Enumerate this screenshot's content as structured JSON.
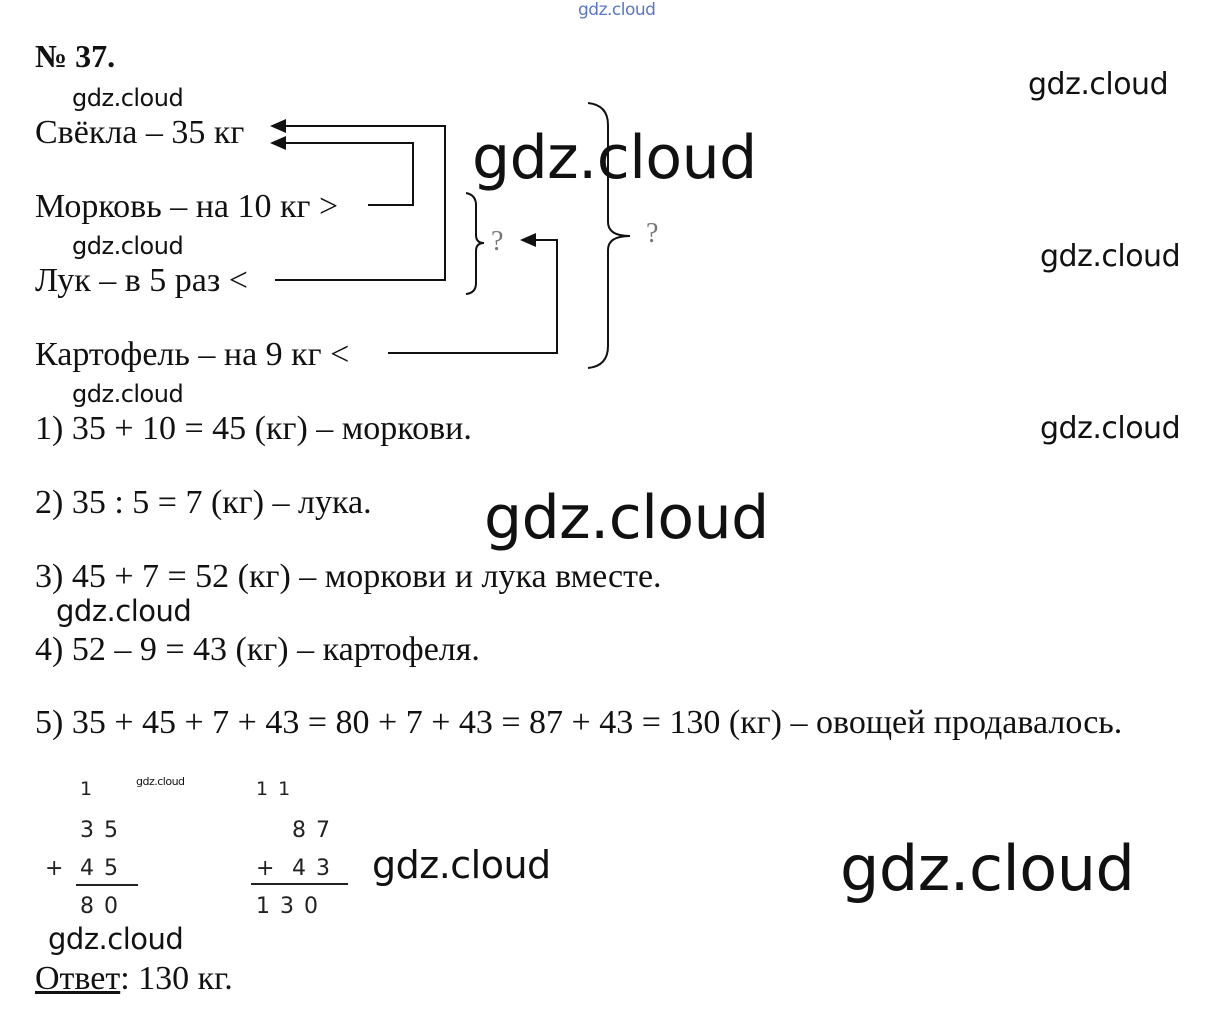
{
  "watermark": "gdz.cloud",
  "title": "№ 37.",
  "scheme": {
    "beet": "Свёкла – 35 кг",
    "carrot": "Морковь – на 10 кг >",
    "onion": "Лук – в 5 раз <",
    "potato": "Картофель – на 9 кг <",
    "question_small": "?",
    "question_big": "?"
  },
  "steps": [
    "1) 35 + 10 = 45 (кг) – моркови.",
    "2) 35 : 5 = 7 (кг) – лука.",
    "3) 45 + 7 = 52 (кг) – моркови и лука вместе.",
    "4) 52 – 9 = 43 (кг) – картофеля.",
    "5) 35 + 45 + 7 + 43 = 80 + 7 + 43 = 87 + 43 = 130 (кг) – овощей продавалось."
  ],
  "column1": {
    "carry": "1",
    "a": "35",
    "b": "45",
    "sign": "+",
    "result": "80"
  },
  "column2": {
    "carry": "11",
    "a": "87",
    "b": "43",
    "sign": "+",
    "result": "130"
  },
  "answer": {
    "label": "Ответ",
    "value": ": 130 кг."
  }
}
